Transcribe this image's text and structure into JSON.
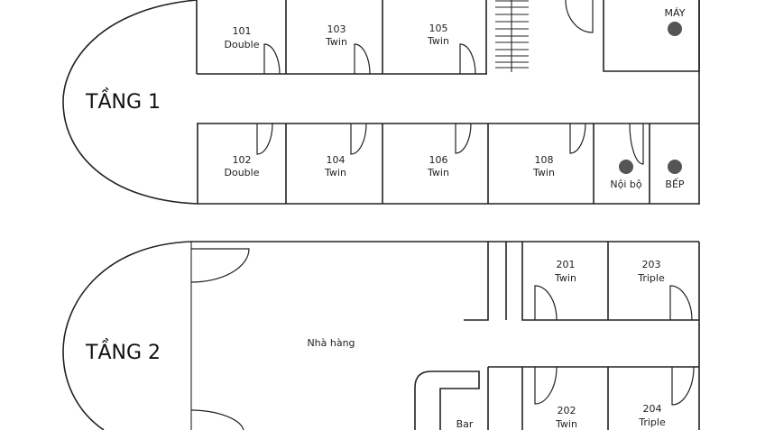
{
  "floors": [
    {
      "label": "TẦNG 1",
      "rooms": [
        {
          "number": "101",
          "type": "Double"
        },
        {
          "number": "103",
          "type": "Twin"
        },
        {
          "number": "105",
          "type": "Twin"
        },
        {
          "number": "102",
          "type": "Double"
        },
        {
          "number": "104",
          "type": "Twin"
        },
        {
          "number": "106",
          "type": "Twin"
        },
        {
          "number": "108",
          "type": "Twin"
        }
      ],
      "utility": {
        "machine": "MÁY",
        "internal": "Nội bộ",
        "kitchen": "BẾP"
      }
    },
    {
      "label": "TẦNG 2",
      "rooms": [
        {
          "number": "201",
          "type": "Twin"
        },
        {
          "number": "203",
          "type": "Triple"
        },
        {
          "number": "202",
          "type": "Twin"
        },
        {
          "number": "204",
          "type": "Triple"
        }
      ],
      "restaurant": "Nhà hàng",
      "bar": "Bar"
    }
  ],
  "colors": {
    "line": "#222222",
    "marker": "#555555",
    "background": "#ffffff"
  }
}
